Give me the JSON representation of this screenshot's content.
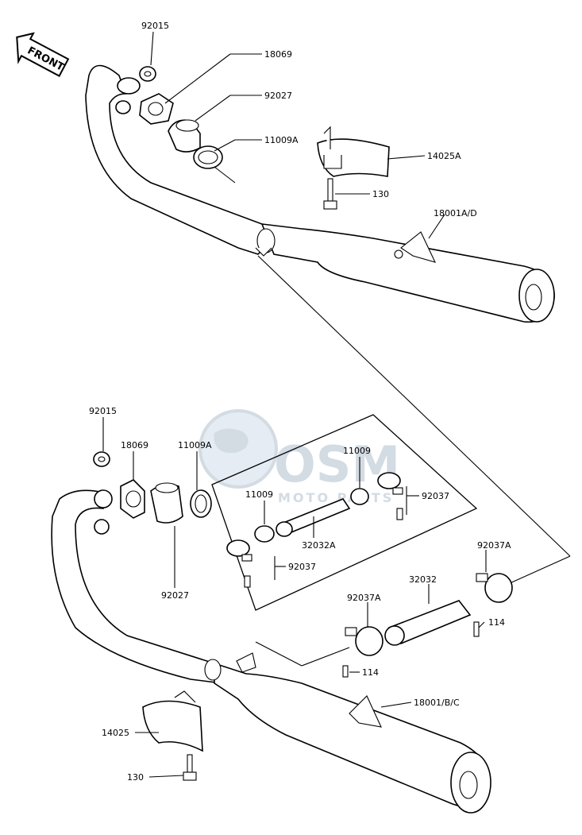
{
  "watermark": {
    "brand": "OSM",
    "tagline": "MOTO PARTS",
    "color": "#cfd8e0"
  },
  "front_arrow": {
    "label": "FRONT"
  },
  "labels": {
    "t_92015": "92015",
    "t_18069": "18069",
    "t_92027": "92027",
    "t_11009A": "11009A",
    "t_14025A": "14025A",
    "t_130_top": "130",
    "t_18001AD": "18001A/D",
    "b_92015": "92015",
    "b_18069": "18069",
    "b_11009A": "11009A",
    "b_92027": "92027",
    "b_11009_a": "11009",
    "b_11009_b": "11009",
    "b_92037_a": "92037",
    "b_92037_b": "92037",
    "b_32032A": "32032A",
    "b_92037A_a": "92037A",
    "b_92037A_b": "92037A",
    "b_32032": "32032",
    "b_114_a": "114",
    "b_114_b": "114",
    "b_18001BC": "18001/B/C",
    "b_14025": "14025",
    "b_130": "130"
  }
}
